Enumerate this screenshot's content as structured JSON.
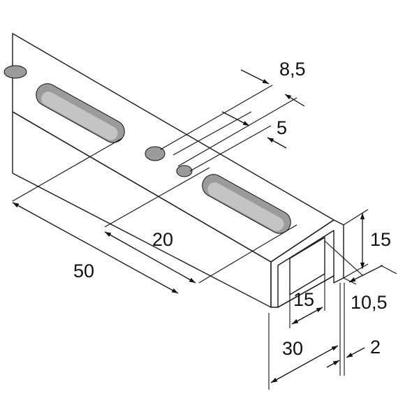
{
  "colors": {
    "top_face": "#d9d9d9",
    "side_face": "#cfcfcf",
    "inner_face": "#bdbdbd",
    "slot_dark": "#9b9b9b",
    "slot_light": "#c4c4c4",
    "highlight": "#ffffff",
    "line": "#111111"
  },
  "dimensions": {
    "hole_pitch_large": "8,5",
    "hole_pitch_small": "5",
    "slot_length": "20",
    "slot_pitch": "50",
    "profile_height": "15",
    "inner_width": "15",
    "lip_width": "10,5",
    "profile_width": "30",
    "wall_thickness": "2"
  }
}
